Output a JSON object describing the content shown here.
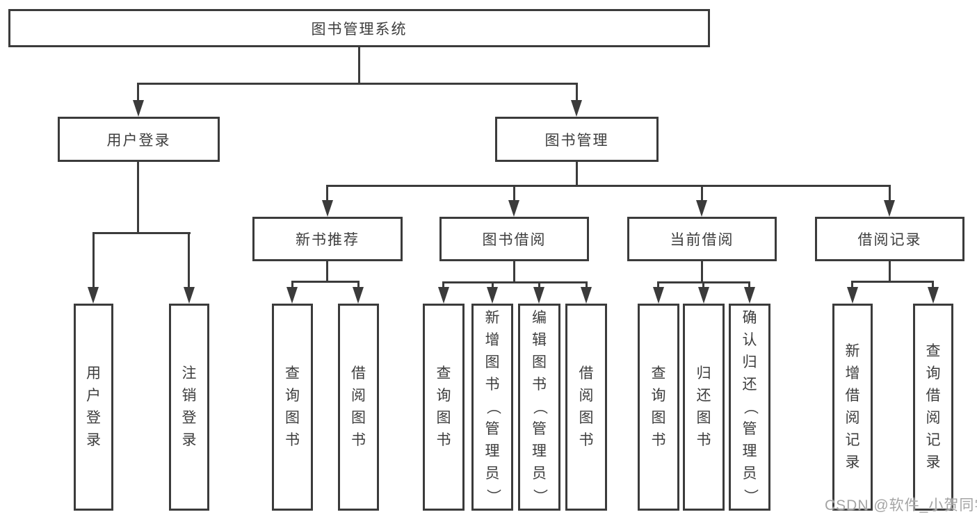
{
  "diagram": {
    "root": "图书管理系统",
    "branches": [
      {
        "label": "用户登录",
        "children": [
          "用户登录",
          "注销登录"
        ]
      },
      {
        "label": "图书管理",
        "children": [
          {
            "label": "新书推荐",
            "children": [
              "查询图书",
              "借阅图书"
            ]
          },
          {
            "label": "图书借阅",
            "children": [
              "查询图书",
              "新增图书（管理员）",
              "编辑图书（管理员）",
              "借阅图书"
            ]
          },
          {
            "label": "当前借阅",
            "children": [
              "查询图书",
              "归还图书",
              "确认归还（管理员）"
            ]
          },
          {
            "label": "借阅记录",
            "children": [
              "新增借阅记录",
              "查询借阅记录"
            ]
          }
        ]
      }
    ]
  },
  "watermark": "CSDN @软件_小贺同学",
  "colors": {
    "line": "#3b3b3b",
    "text": "#3d3d3d",
    "background": "#ffffff",
    "watermark": "#a4a4a4"
  }
}
